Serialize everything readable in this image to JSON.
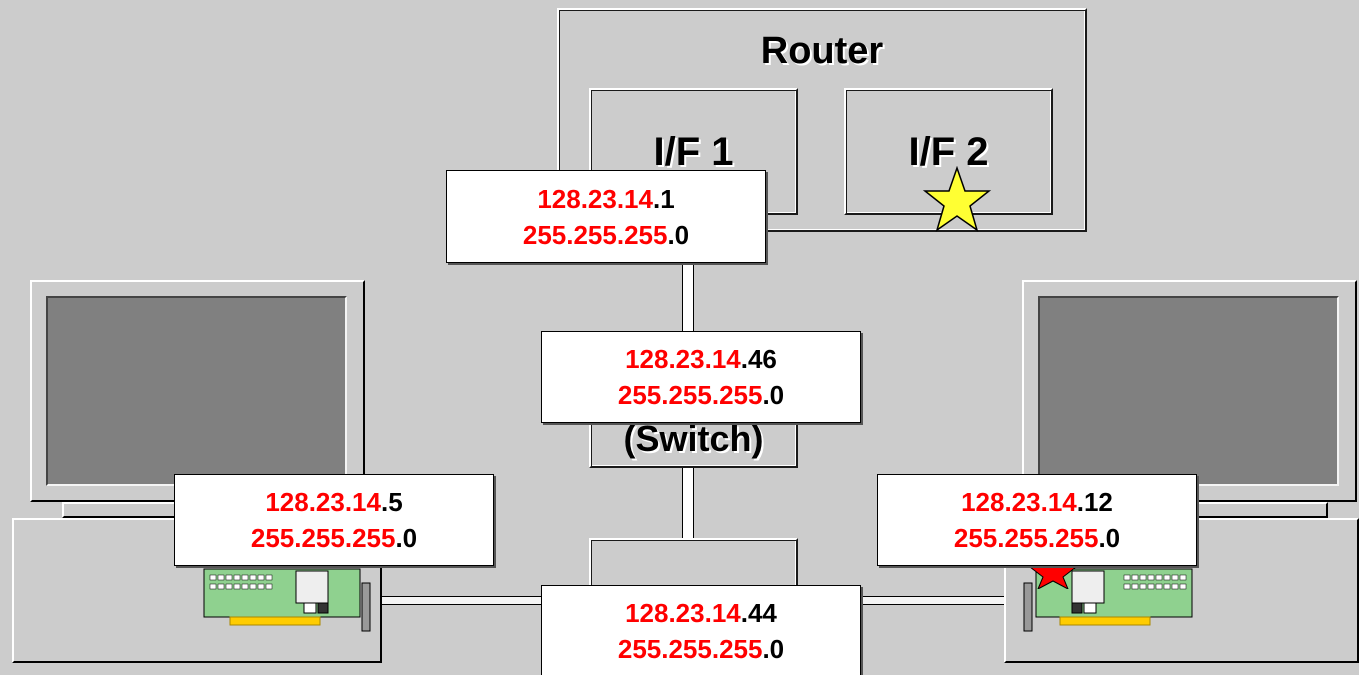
{
  "router": {
    "label": "Router",
    "if1_label": "I/F 1",
    "if2_label": "I/F 2"
  },
  "switch": {
    "label": "(Switch)"
  },
  "addresses": {
    "router_if1": {
      "net": "128.23.14",
      "host": ".1",
      "mask_net": "255.255.255",
      "mask_host": ".0"
    },
    "switch": {
      "net": "128.23.14",
      "host": ".46",
      "mask_net": "255.255.255",
      "mask_host": ".0"
    },
    "pc_left": {
      "net": "128.23.14",
      "host": ".5",
      "mask_net": "255.255.255",
      "mask_host": ".0"
    },
    "pc_right": {
      "net": "128.23.14",
      "host": ".12",
      "mask_net": "255.255.255",
      "mask_host": ".0"
    },
    "hub": {
      "net": "128.23.14",
      "host": ".44",
      "mask_net": "255.255.255",
      "mask_host": ".0"
    }
  },
  "colors": {
    "network_portion": "#ff0000",
    "host_portion": "#000000",
    "background": "#cccccc",
    "star_yellow": "#ffff33",
    "star_red": "#ff0000"
  },
  "icons": [
    "router-box",
    "interface-box",
    "switch-box",
    "monitor",
    "network-card",
    "star"
  ]
}
